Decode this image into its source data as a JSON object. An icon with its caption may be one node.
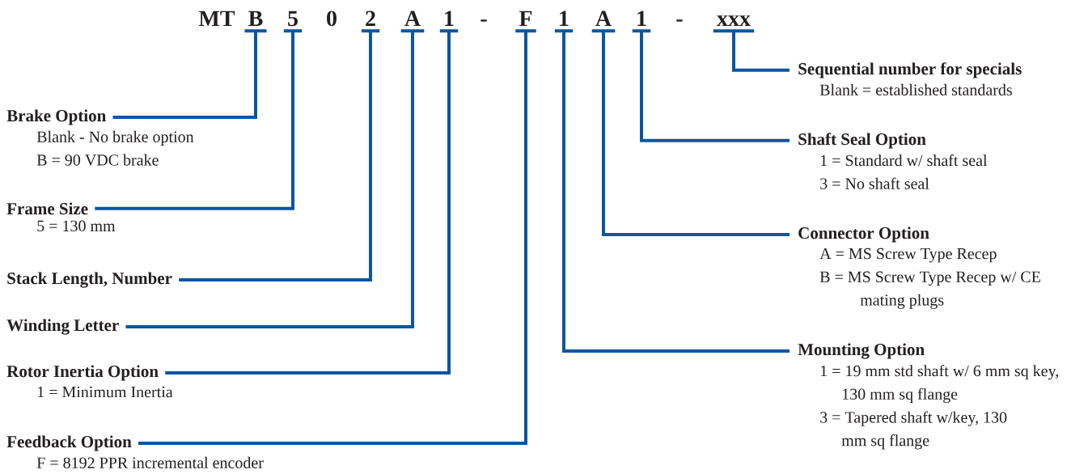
{
  "diagram": {
    "nodes": [
      {
        "text": [
          "MT"
        ]
      },
      {
        "text": [
          "B"
        ]
      },
      {
        "text": [
          "5"
        ]
      },
      {
        "text": [
          "0"
        ]
      },
      {
        "text": [
          "2"
        ]
      },
      {
        "text": [
          "A"
        ]
      },
      {
        "text": [
          "1"
        ]
      },
      {
        "text": [
          "-"
        ]
      },
      {
        "text": [
          "F"
        ]
      },
      {
        "text": [
          "1"
        ]
      },
      {
        "text": [
          "A"
        ]
      },
      {
        "text": [
          "1"
        ]
      },
      {
        "text": [
          "-"
        ]
      },
      {
        "text": [
          "xxx"
        ]
      },
      {
        "text": [
          "Brake Option",
          "Blank - No brake option",
          "B = 90 VDC brake"
        ]
      },
      {
        "text": [
          "Frame Size",
          "5 = 130 mm"
        ]
      },
      {
        "text": [
          "Stack Length, Number"
        ]
      },
      {
        "text": [
          "Winding Letter"
        ]
      },
      {
        "text": [
          "Rotor Inertia Option",
          "1 = Minimum Inertia"
        ]
      },
      {
        "text": [
          "Feedback Option",
          "F = 8192 PPR incremental encoder"
        ]
      },
      {
        "text": [
          "Sequential number for specials",
          "Blank = established standards"
        ]
      },
      {
        "text": [
          "Shaft Seal Option",
          "1 = Standard w/ shaft seal",
          "3 = No shaft seal"
        ]
      },
      {
        "text": [
          "Connector Option",
          "A = MS Screw Type Recep",
          "B = MS Screw Type Recep w/ CE mating plugs"
        ]
      },
      {
        "text": [
          "Mounting Option",
          "1 = 19 mm std shaft w/ 6 mm sq key, 130 mm sq flange",
          "3 = Tapered shaft w/key, 130 mm sq flange"
        ]
      }
    ],
    "edges": [
      {
        "from": 1,
        "to": 14,
        "arrow": "none"
      },
      {
        "from": 2,
        "to": 15,
        "arrow": "none"
      },
      {
        "from": 4,
        "to": 16,
        "arrow": "none"
      },
      {
        "from": 5,
        "to": 17,
        "arrow": "none"
      },
      {
        "from": 6,
        "to": 18,
        "arrow": "none"
      },
      {
        "from": 8,
        "to": 19,
        "arrow": "none"
      },
      {
        "from": 13,
        "to": 20,
        "arrow": "none"
      },
      {
        "from": 11,
        "to": 21,
        "arrow": "none"
      },
      {
        "from": 10,
        "to": 22,
        "arrow": "none"
      },
      {
        "from": 9,
        "to": 23,
        "arrow": "none"
      }
    ]
  }
}
